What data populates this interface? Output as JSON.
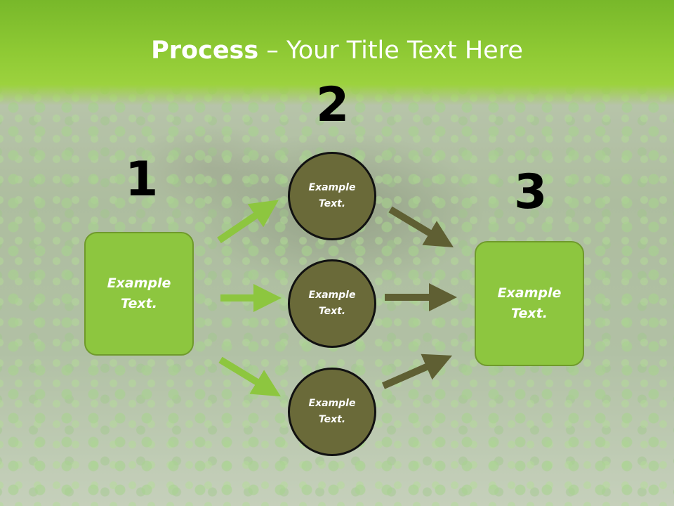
{
  "title": {
    "bold": "Process",
    "rest": " – Your Title Text Here"
  },
  "steps": [
    {
      "number": "1",
      "text": "Example\nText."
    },
    {
      "number": "2",
      "items": [
        "Example\nText.",
        "Example\nText.",
        "Example\nText."
      ]
    },
    {
      "number": "3",
      "text": "Example\nText."
    }
  ],
  "colors": {
    "header": "#8fca34",
    "box": "#8dc63f",
    "circle": "#6a6a39",
    "arrow_light": "#8dc63f",
    "arrow_dark": "#5f5f33"
  }
}
